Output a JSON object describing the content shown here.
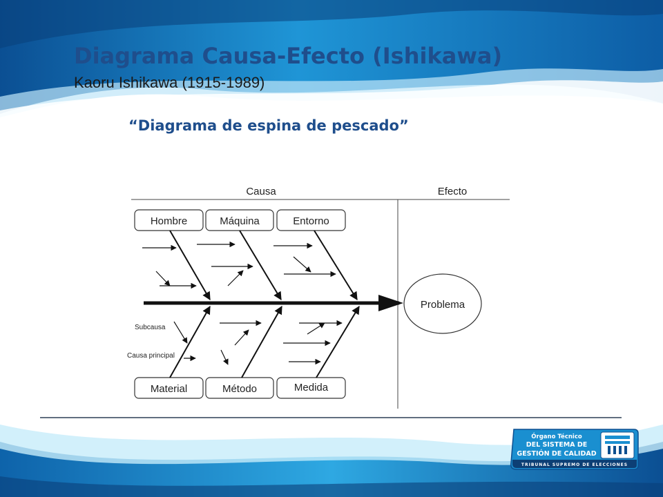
{
  "slide": {
    "title": "Diagrama Causa-Efecto (Ishikawa)",
    "subtitle": "Kaoru Ishikawa (1915-1989)",
    "quote": "“Diagrama de espina de pescado”"
  },
  "diagram": {
    "header_cause": "Causa",
    "header_effect": "Efecto",
    "top_categories": [
      "Hombre",
      "Máquina",
      "Entorno"
    ],
    "bottom_categories": [
      "Material",
      "Método",
      "Medida"
    ],
    "effect": "Problema",
    "legend_subcause": "Subcausa",
    "legend_main_cause": "Causa principal"
  },
  "logo": {
    "line1": "Órgano Técnico",
    "line2": "DEL SISTEMA DE",
    "line3": "GESTIÓN DE CALIDAD",
    "line4": "TRIBUNAL SUPREMO DE ELECCIONES"
  },
  "colors": {
    "title_blue": "#1f4e8c",
    "background_blue": "#1a7fc4"
  }
}
